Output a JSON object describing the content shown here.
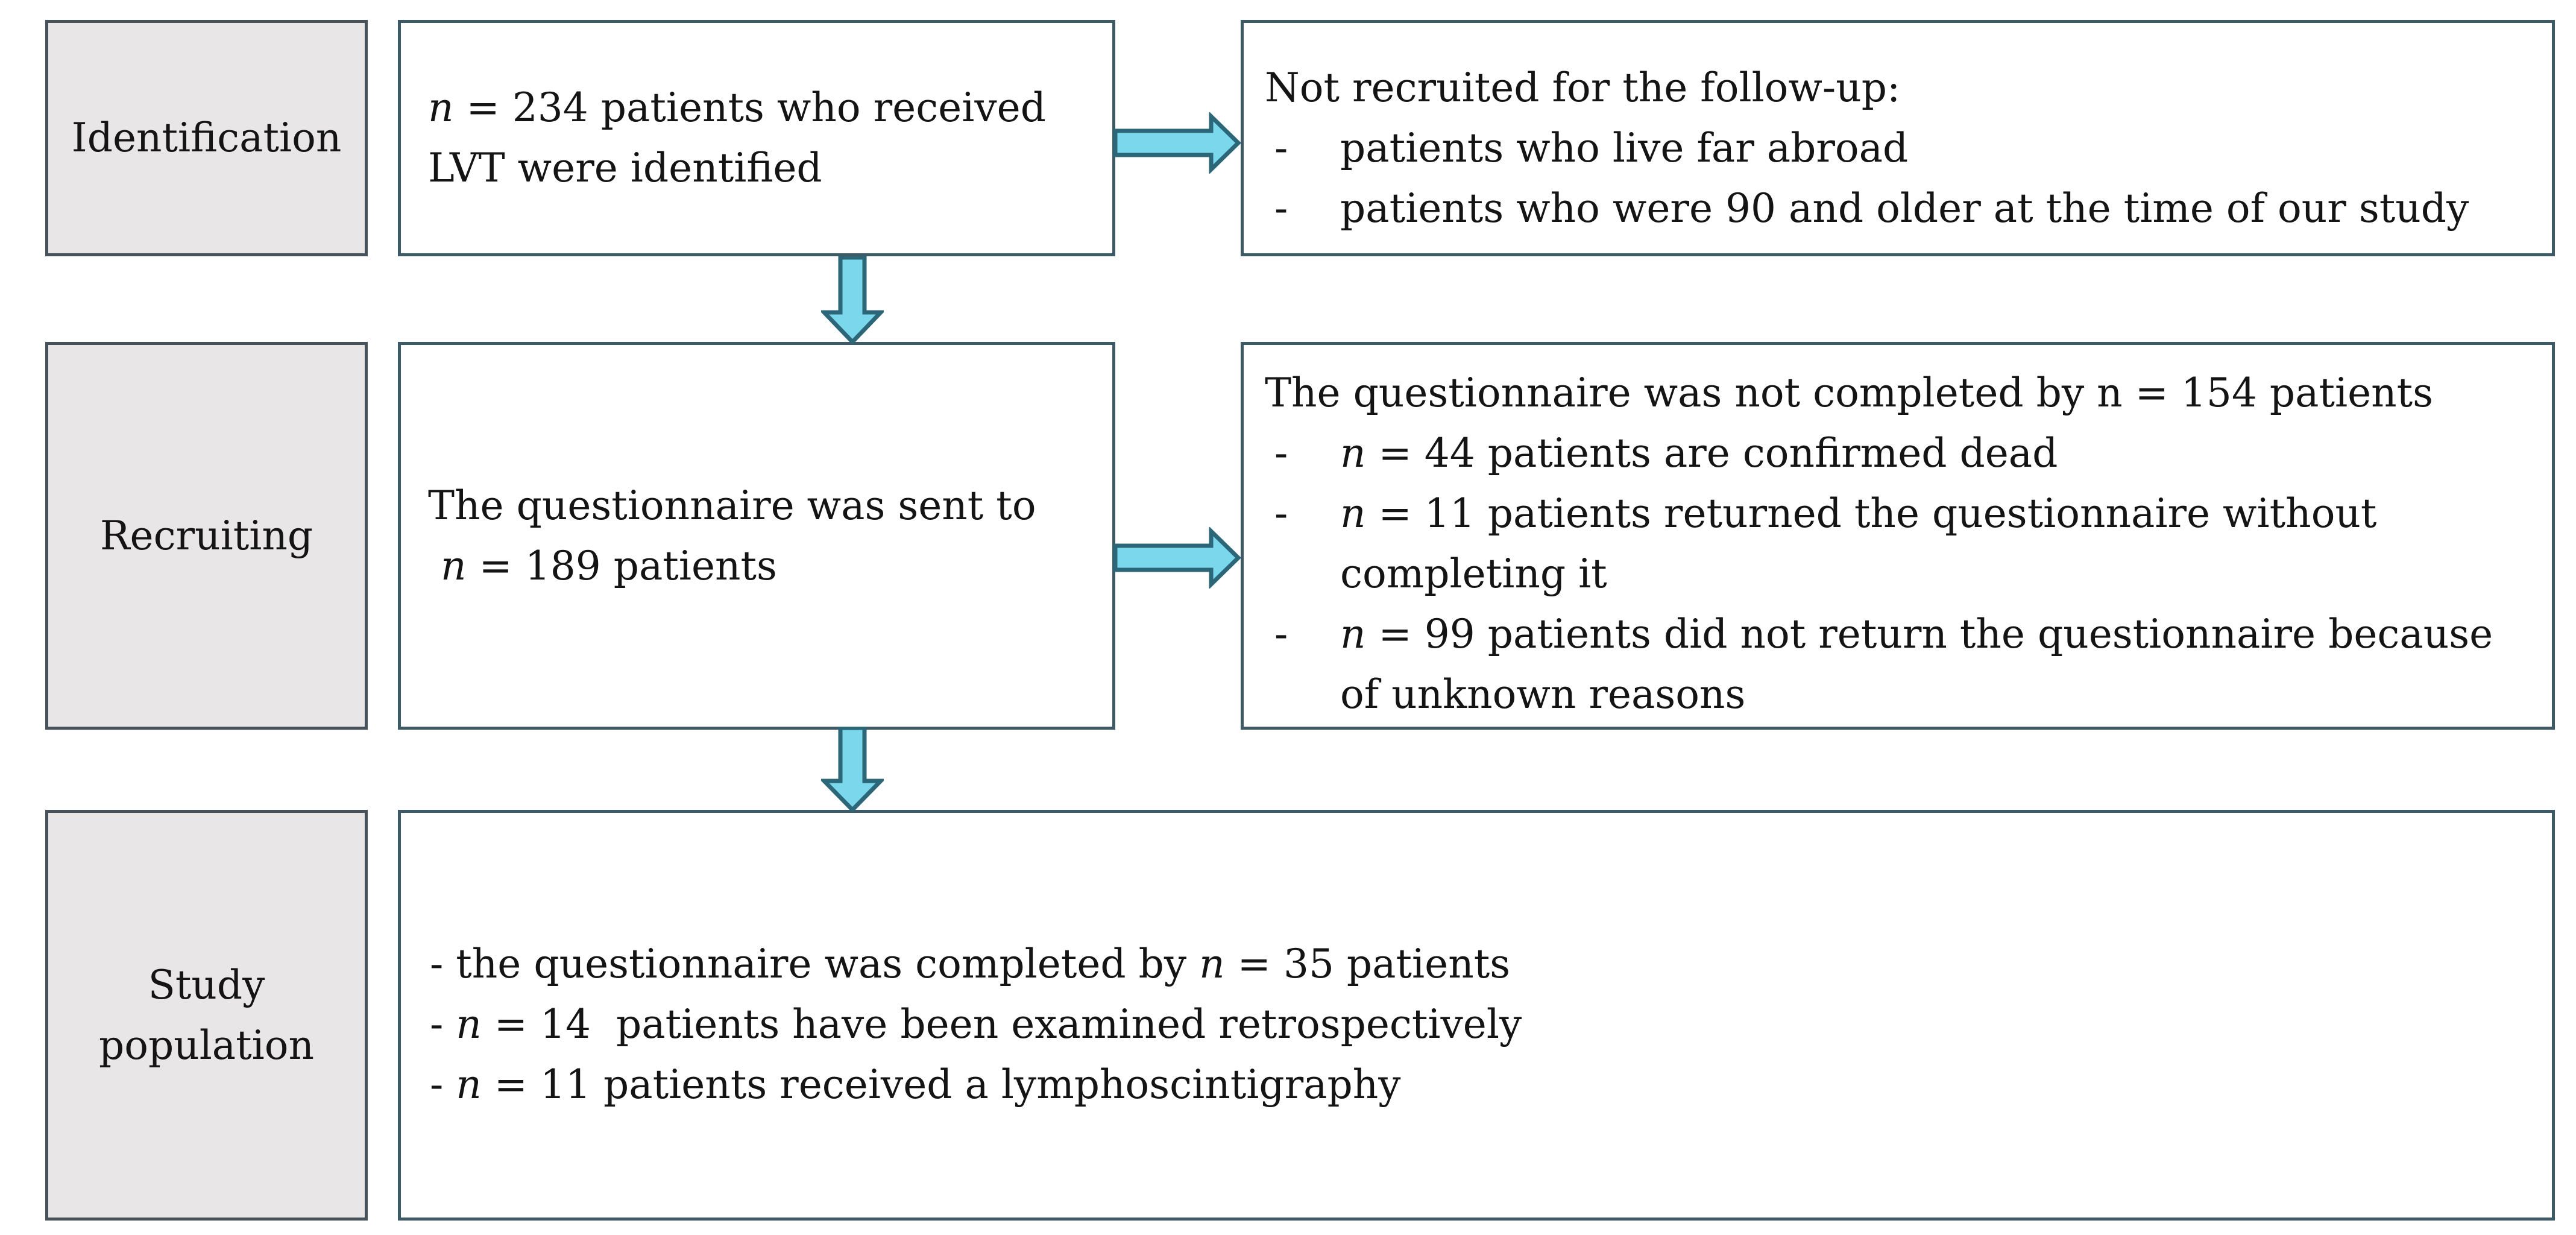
{
  "palette": {
    "box_border": "#3E5A66",
    "stage_border": "#47525B",
    "stage_fill": "#E9E6E7",
    "arrow_fill": "#7BD7EC",
    "arrow_border": "#2C6679",
    "text": "#141414",
    "background": "#FFFFFF"
  },
  "rows": [
    {
      "stage": {
        "lines": [
          "Identification"
        ]
      },
      "main": {
        "lines": [
          "*n* = 234 patients who received",
          "LVT were identified"
        ]
      },
      "side": {
        "heading": "Not recruited for the follow-up:",
        "bullets": [
          {
            "marker": "-",
            "lines": [
              "patients who live far abroad"
            ]
          },
          {
            "marker": "-",
            "lines": [
              "patients who were 90 and older at the time of our study"
            ]
          }
        ]
      }
    },
    {
      "stage": {
        "lines": [
          "Recruiting"
        ]
      },
      "main": {
        "lines": [
          "The questionnaire was sent to",
          " *n* = 189 patients"
        ]
      },
      "side": {
        "heading": "The questionnaire was not completed by n = 154 patients",
        "bullets": [
          {
            "marker": "-",
            "lines": [
              "*n* = 44 patients are confirmed dead"
            ]
          },
          {
            "marker": "-",
            "lines": [
              "*n* = 11 patients returned the questionnaire without",
              "completing it"
            ]
          },
          {
            "marker": "-",
            "lines": [
              "*n* = 99 patients did not return the questionnaire because",
              "of unknown reasons"
            ]
          }
        ]
      }
    },
    {
      "stage": {
        "lines": [
          "Study",
          "population"
        ]
      },
      "main": {
        "lines": [
          "- the questionnaire was completed by *n* = 35 patients",
          "- *n* = 14  patients have been examined retrospectively",
          "- *n* = 11 patients received a lymphoscintigraphy"
        ]
      }
    }
  ]
}
